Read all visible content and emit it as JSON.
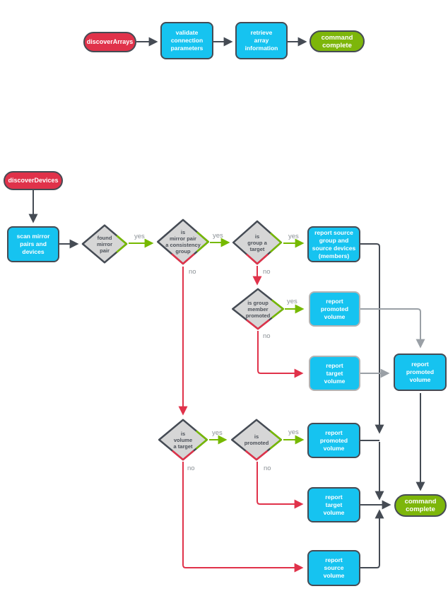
{
  "labels": {
    "yes": "yes",
    "no": "no"
  },
  "colors": {
    "node_fill": "#16c3f0",
    "node_border": "#454b54",
    "node_alt_border": "#b3b3b3",
    "decision_fill": "#d6d6d6",
    "start_fill": "#e0324a",
    "end_fill": "#7db60a",
    "yes_edge": "#76b900",
    "no_edge": "#e0324a",
    "flow_edge": "#454b54",
    "alt_edge": "#9aa0a6",
    "edge_label_text": "#8b9196"
  },
  "array_flow": {
    "start": "discoverArrays",
    "validate": "validate\nconnection\nparameters",
    "retrieve": "retrieve\narray\ninformation",
    "complete": "command\ncomplete"
  },
  "device_flow": {
    "start": "discoverDevices",
    "scan": "scan mirror\npairs and\ndevices",
    "found_mirror_pair": "found\nmirror\npair",
    "is_consistency_group": "is\nmirror pair\na consistency\ngroup",
    "is_group_target": "is\ngroup a\ntarget",
    "report_source_group": "report source\ngroup and\nsource devices\n(members)",
    "is_group_member_promoted": "is group\nmember\npromoted",
    "report_promoted_volume_member": "report\npromoted\nvolume",
    "report_target_volume_member": "report\ntarget\nvolume",
    "report_promoted_volume_merged": "report\npromoted\nvolume",
    "is_volume_target": "is\nvolume\na target",
    "is_promoted": "is\npromoted",
    "report_promoted_volume": "report\npromoted\nvolume",
    "report_target_volume": "report\ntarget\nvolume",
    "report_source_volume": "report\nsource\nvolume",
    "complete": "command\ncomplete"
  }
}
